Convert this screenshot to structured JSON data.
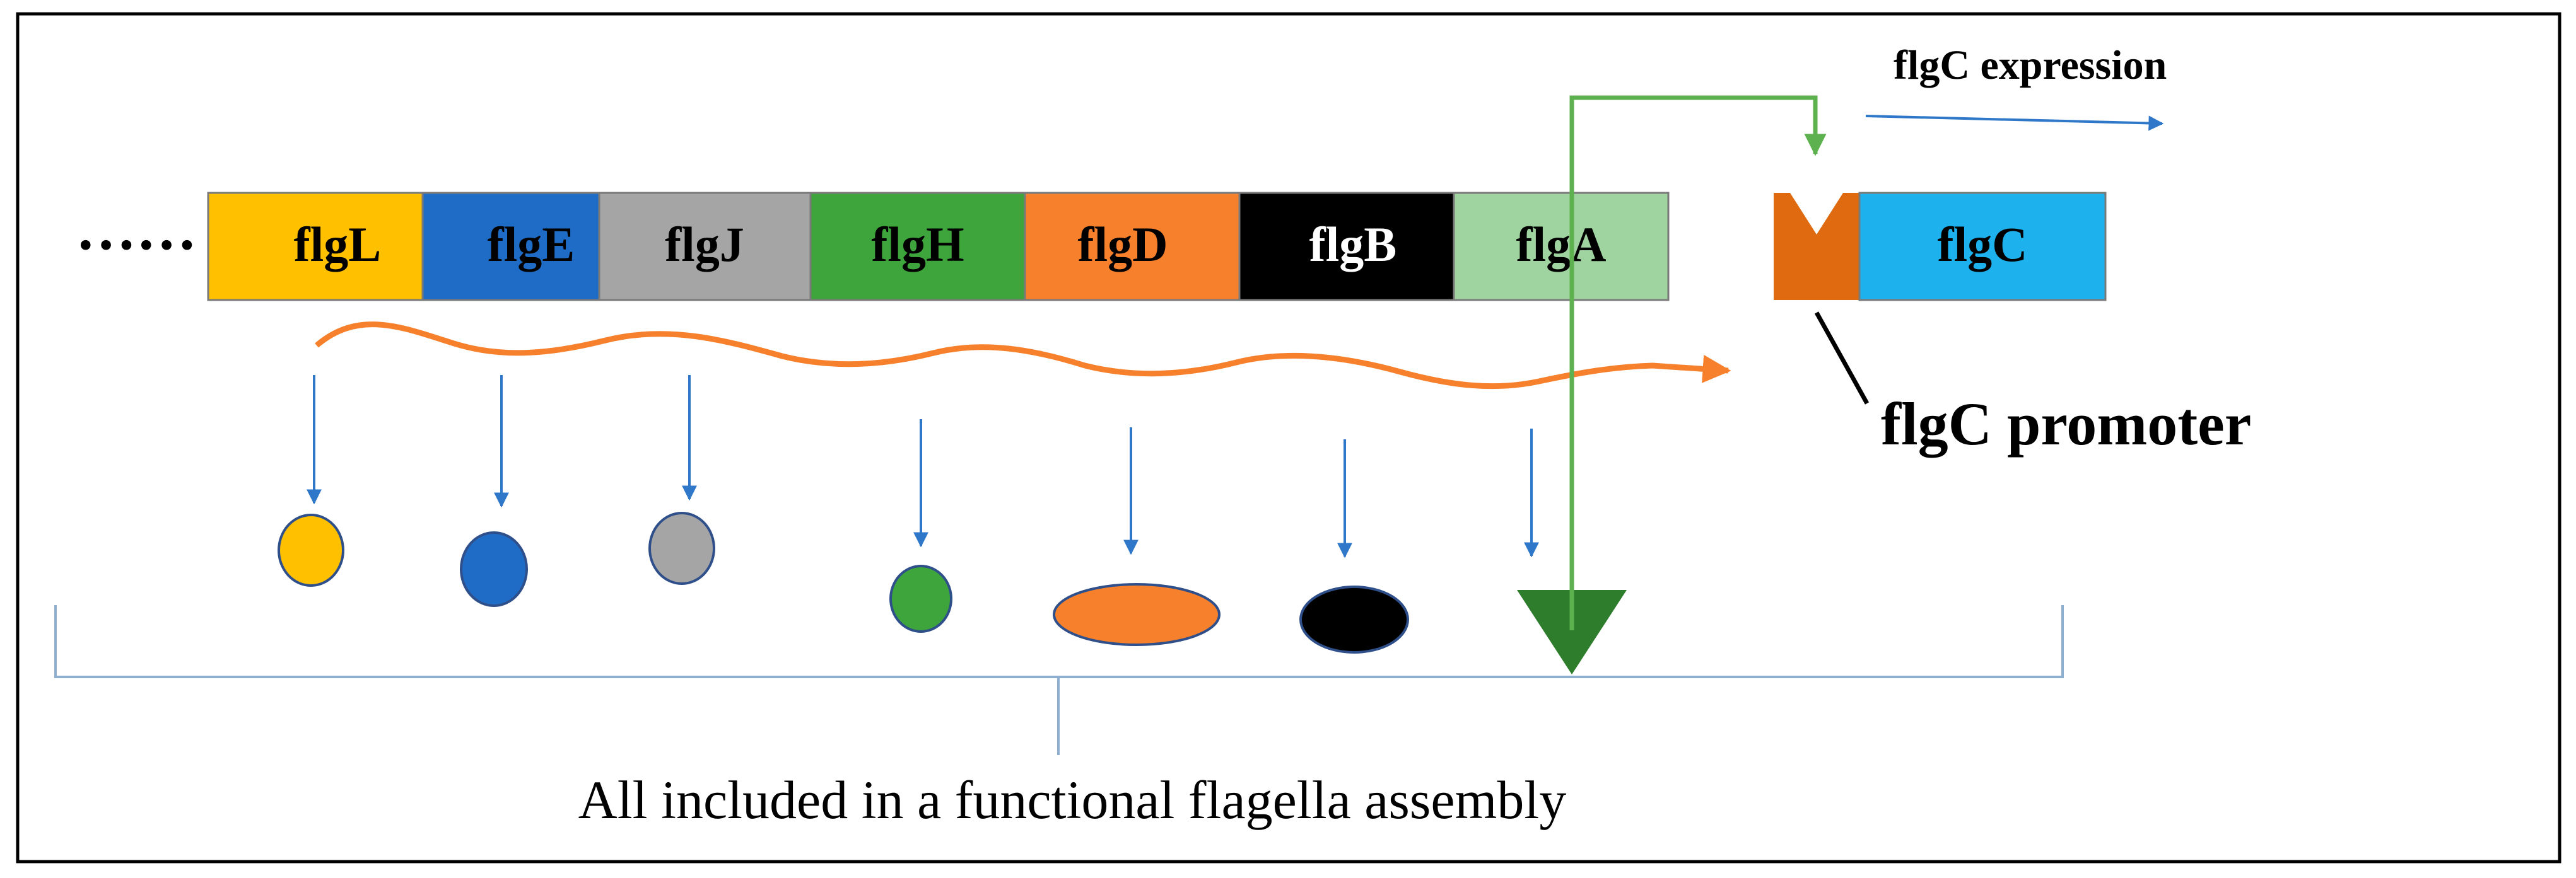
{
  "leading_dots": "……",
  "genes": [
    {
      "name": "flgL",
      "color": "#FFC000",
      "text_color": "#000000"
    },
    {
      "name": "flgE",
      "color": "#1F6CC6",
      "text_color": "#000000"
    },
    {
      "name": "flgJ",
      "color": "#A5A5A5",
      "text_color": "#000000"
    },
    {
      "name": "flgH",
      "color": "#3DA53C",
      "text_color": "#000000"
    },
    {
      "name": "flgD",
      "color": "#F7802C",
      "text_color": "#000000"
    },
    {
      "name": "flgB",
      "color": "#000000",
      "text_color": "#ffffff"
    },
    {
      "name": "flgA",
      "color": "#9FD39F",
      "text_color": "#000000"
    }
  ],
  "flgC_gene": {
    "name": "flgC",
    "color": "#1DB2EE"
  },
  "promoter": {
    "label": "flgC promoter",
    "color": "#E06A0F"
  },
  "expression_label": "flgC expression",
  "caption": "All included in a functional flagella assembly",
  "products": [
    {
      "gene": "flgL",
      "shape": "ellipse",
      "color": "#FFC000"
    },
    {
      "gene": "flgE",
      "shape": "ellipse",
      "color": "#1F6CC6"
    },
    {
      "gene": "flgJ",
      "shape": "ellipse",
      "color": "#A5A5A5"
    },
    {
      "gene": "flgH",
      "shape": "ellipse",
      "color": "#3DA53C"
    },
    {
      "gene": "flgD",
      "shape": "ellipse",
      "color": "#F7802C"
    },
    {
      "gene": "flgB",
      "shape": "ellipse",
      "color": "#000000"
    },
    {
      "gene": "flgA",
      "shape": "triangle",
      "color": "#2D7D2D"
    }
  ],
  "colors": {
    "arrow_blue": "#2F77C8",
    "bracket": "#8FAFD0",
    "transcript_orange": "#F7802C",
    "regulation_green": "#5DB14E",
    "border": "#000000"
  }
}
